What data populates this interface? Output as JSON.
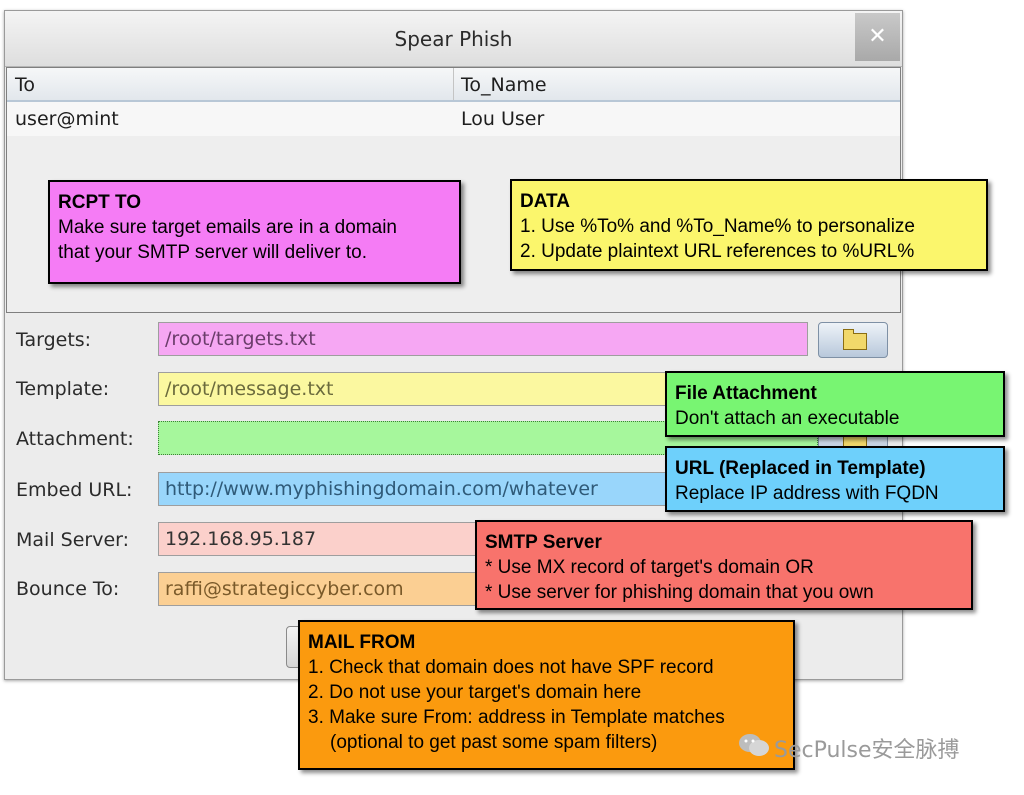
{
  "window": {
    "title": "Spear Phish",
    "close_symbol": "✕"
  },
  "table": {
    "columns": [
      "To",
      "To_Name"
    ],
    "rows": [
      {
        "to": "user@mint",
        "to_name": "Lou User"
      }
    ]
  },
  "form": {
    "targets": {
      "label": "Targets:",
      "value": "/root/targets.txt"
    },
    "template": {
      "label": "Template:",
      "value": "/root/message.txt"
    },
    "attachment": {
      "label": "Attachment:",
      "value": ""
    },
    "embed_url": {
      "label": "Embed URL:",
      "value": "http://www.myphishingdomain.com/whatever"
    },
    "mail_server": {
      "label": "Mail Server:",
      "value": "192.168.95.187"
    },
    "bounce_to": {
      "label": "Bounce To:",
      "value": "raffi@strategiccyber.com"
    }
  },
  "notes": {
    "rcpt_to": {
      "title": "RCPT TO",
      "lines": [
        "Make sure target emails are in a domain",
        "that your SMTP server will deliver to."
      ],
      "color": "#f57cf5"
    },
    "data": {
      "title": "DATA",
      "lines": [
        "1. Use %To% and %To_Name% to personalize",
        "2. Update plaintext URL references to %URL%"
      ],
      "color": "#fbf66c"
    },
    "file_attachment": {
      "title": "File Attachment",
      "lines": [
        "Don't attach an executable"
      ],
      "color": "#78f572"
    },
    "url": {
      "title": "URL (Replaced in Template)",
      "lines": [
        "Replace IP address with FQDN"
      ],
      "color": "#6ed0fb"
    },
    "smtp_server": {
      "title": "SMTP Server",
      "lines": [
        "* Use MX record of target's domain OR",
        "* Use server for phishing domain that you own"
      ],
      "color": "#f8736c"
    },
    "mail_from": {
      "title": "MAIL FROM",
      "lines": [
        "1. Check that domain does not have SPF record",
        "2. Do not use your target's domain here",
        "3. Make sure From: address in Template matches",
        "(optional to get past some spam filters)"
      ],
      "color": "#fb9a0e"
    }
  },
  "watermark": "SecPulse安全脉搏",
  "colors": {
    "targets_field": "#f6a7f3",
    "template_field": "#fbf8a0",
    "attachment_field": "#a6f79c",
    "embed_url_field": "#99d6fb",
    "mail_server_field": "#fbd0cb",
    "bounce_to_field": "#fbcf93"
  }
}
